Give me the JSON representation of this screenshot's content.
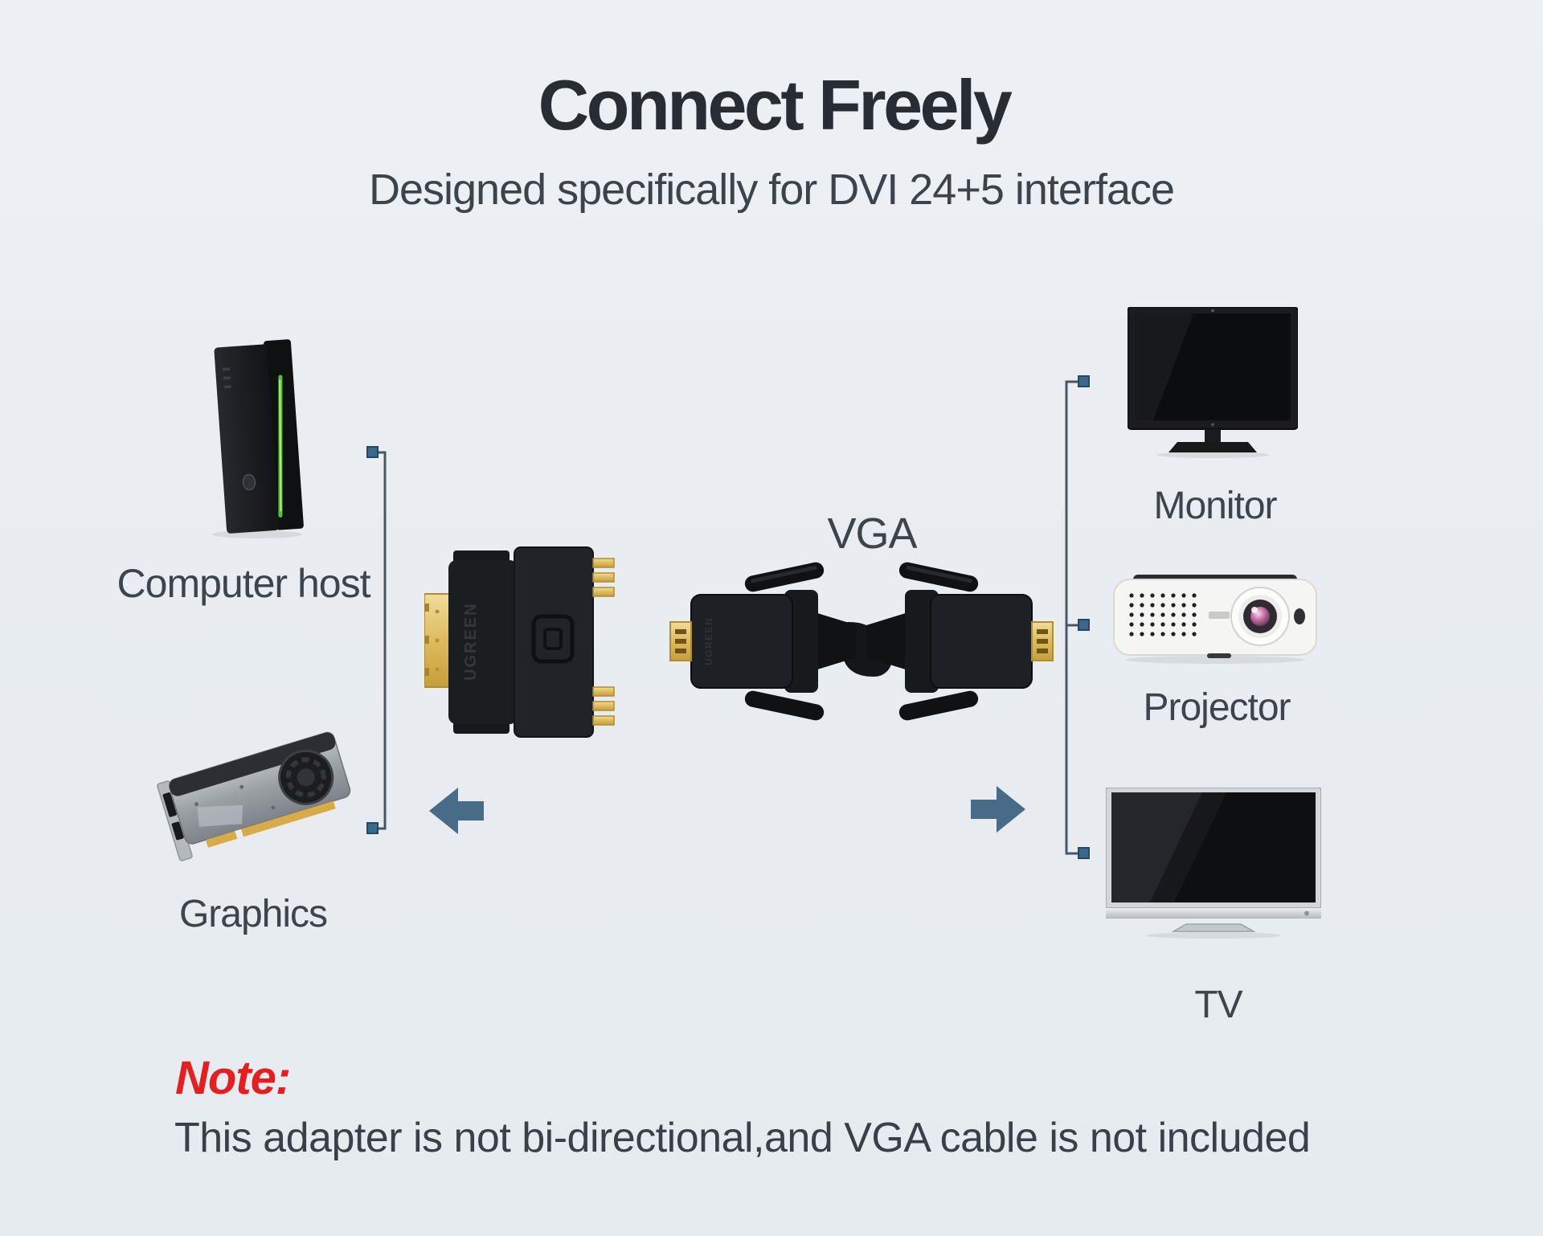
{
  "header": {
    "title": "Connect Freely",
    "subtitle": "Designed specifically for DVI 24+5 interface"
  },
  "sources": {
    "computer": {
      "label": "Computer host"
    },
    "graphics": {
      "label": "Graphics"
    }
  },
  "adapter": {
    "brand": "UGREEN"
  },
  "cable": {
    "label": "VGA",
    "brand": "UGREEN"
  },
  "displays": {
    "monitor": {
      "label": "Monitor"
    },
    "projector": {
      "label": "Projector"
    },
    "tv": {
      "label": "TV"
    }
  },
  "note": {
    "heading": "Note:",
    "body": "This adapter is not bi-directional,and VGA cable is not included"
  },
  "colors": {
    "background": "#e9edf1",
    "title": "#282c33",
    "text": "#3e444c",
    "note_red": "#e51e20",
    "arrow": "#486b87",
    "bracket_line": "#4a5763",
    "bracket_node": "#3a678a",
    "gold": "#d4ab4a",
    "led_green": "#57c83d"
  },
  "icons": {
    "computer_tower": "computer-tower-icon",
    "graphics_card": "graphics-card-icon",
    "dvi_vga_adapter": "dvi-vga-adapter-icon",
    "vga_cable": "vga-cable-icon",
    "monitor": "monitor-icon",
    "projector": "projector-icon",
    "tv": "tv-icon",
    "arrow_left": "arrow-left-icon",
    "arrow_right": "arrow-right-icon"
  }
}
